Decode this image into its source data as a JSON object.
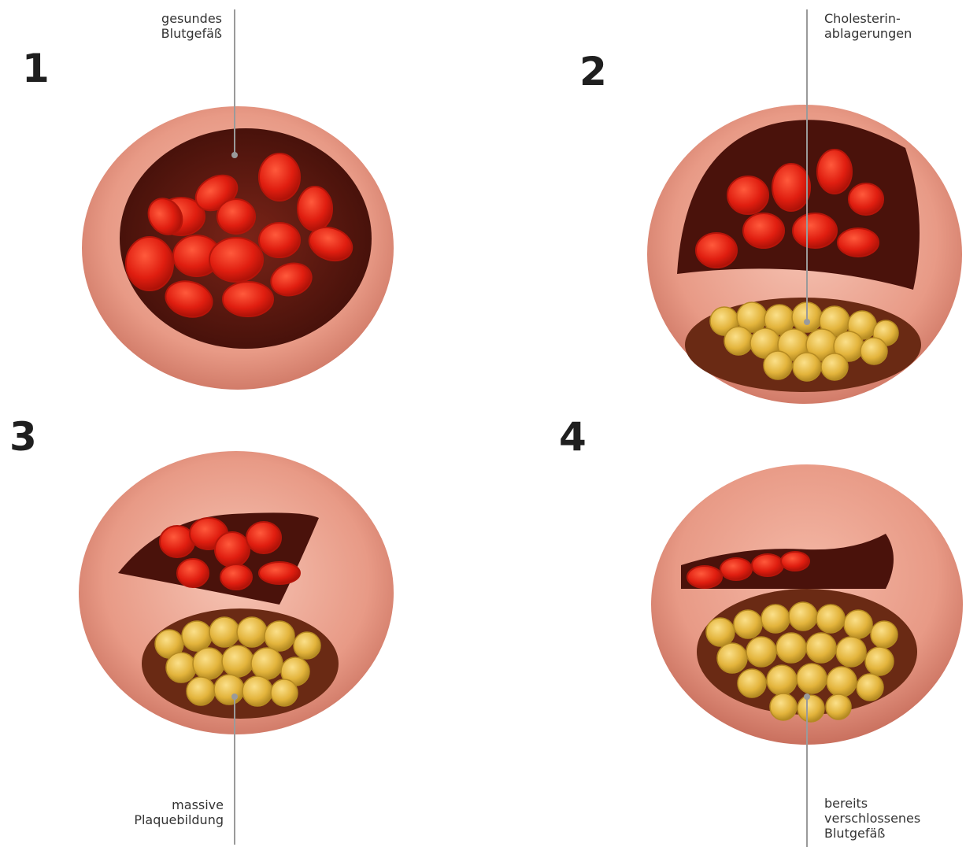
{
  "stages": [
    {
      "number": "1",
      "label_lines": [
        "gesundes",
        "Blutgefäß"
      ]
    },
    {
      "number": "2",
      "label_lines": [
        "Cholesterin-",
        "ablagerungen"
      ]
    },
    {
      "number": "3",
      "label_lines": [
        "massive",
        "Plaquebildung"
      ]
    },
    {
      "number": "4",
      "label_lines": [
        "bereits",
        "verschlossenes",
        "Blutgefäß"
      ]
    }
  ],
  "colors": {
    "vessel_wall": "#e89a86",
    "vessel_rim": "#f2b8a6",
    "lumen": "#5a1a12",
    "blood_cell": "#e01e10",
    "plaque": "#e3b43c",
    "leader_line": "#9a9a9a"
  }
}
